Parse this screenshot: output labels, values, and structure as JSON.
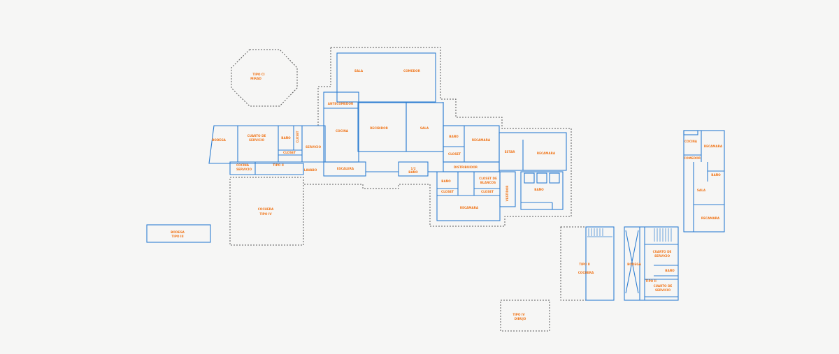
{
  "labels": {
    "octagon_l1": "TIPO CI",
    "octagon_l2": "MIRAD",
    "sala_top": "SALA",
    "comedor_top": "COMEDOR",
    "antecomedor": "ANTECOMEDOR",
    "cocina": "COCINA",
    "recibidor": "RECIBIDOR",
    "sala_mid": "SALA",
    "bodega": "BODEGA",
    "cuarto_servicio_l1": "CUARTO DE",
    "cuarto_servicio_l2": "SERVICIO",
    "bano_serv": "BAÑO",
    "closet_v": "CLOSET",
    "closet_serv": "CLOSET",
    "servicio": "SERVICIO",
    "cocina_servicio_l1": "COCINA",
    "cocina_servicio_l2": "SERVICIO",
    "tipo_ii": "TIPO II",
    "lavabo": "LAVABO",
    "escalera": "ESCALERA",
    "medio_bano_l1": "1/2",
    "medio_bano_l2": "BAÑO",
    "bano_r1": "BAÑO",
    "closet_r1": "CLOSET",
    "recamara_r1": "RECAMARA",
    "estar": "ESTAR",
    "recamara_r2": "RECAMARA",
    "distribuidor": "DISTRIBUIDOR",
    "bano_r3": "BAÑO",
    "closet_r3": "CLOSET",
    "closet_blancos_l1": "CLOSET DE",
    "closet_blancos_l2": "BLANCOS",
    "closet_r3b": "CLOSET",
    "vestidor": "VESTIDOR",
    "bano_r4": "BAÑO",
    "recamara_r3": "RECAMARA",
    "cochera_l1": "COCHERA",
    "cochera_l2": "TIPO IV",
    "bodega_sm_l1": "BODEGA",
    "bodega_sm_l2": "TIPO III",
    "tipo_ii_tall_l1": "TIPO II",
    "tipo_ii_tall_l2": "COCHERA",
    "tipo_iv_sm_l1": "TIPO IV",
    "tipo_iv_sm_l2": "DIBUJO",
    "bodega_stair": "BODEGA",
    "cuarto_serv2_l1": "CUARTO DE",
    "cuarto_serv2_l2": "SERVICIO",
    "bano_s2": "BAÑO",
    "tipo_ii_s2": "TIPO II",
    "cuarto_serv3_l1": "CUARTO DE",
    "cuarto_serv3_l2": "SERVICIO",
    "cocina_far": "COCINA",
    "recamara_far1": "RECAMARA",
    "comedor_far": "COMEDOR",
    "bano_far": "BAÑO",
    "sala_far": "SALA",
    "recamara_far2": "RECAMARA"
  }
}
